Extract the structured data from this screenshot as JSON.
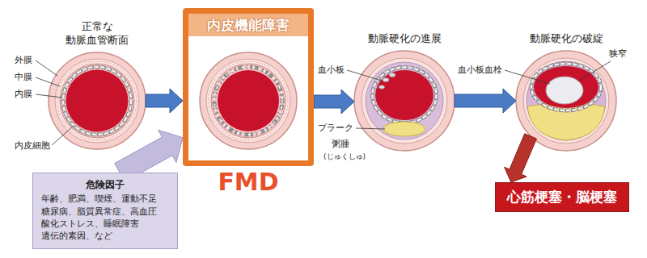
{
  "diagram": {
    "nodes": [
      {
        "text": [
          "正常な 動脈血管断面"
        ]
      },
      {
        "text": [
          "内皮機能障害"
        ]
      },
      {
        "text": [
          "動脈硬化の進展"
        ]
      },
      {
        "text": [
          "動脈硬化の破綻"
        ]
      },
      {
        "text": [
          "危険因子",
          "年齢、肥満、喫煙、運動不足 糖尿病、脂質異常症、高血圧 酸化ストレス、睡眠障害 遺伝的素因、など"
        ]
      },
      {
        "text": [
          "心筋梗塞・脳梗塞"
        ]
      }
    ],
    "edges": [
      {
        "from": 0,
        "to": 1,
        "arrow": "to"
      },
      {
        "from": 1,
        "to": 2,
        "arrow": "to"
      },
      {
        "from": 2,
        "to": 3,
        "arrow": "to"
      },
      {
        "from": 4,
        "to": 1,
        "arrow": "to"
      },
      {
        "from": 3,
        "to": 5,
        "arrow": "to"
      }
    ],
    "labels": [
      "外膜",
      "中膜",
      "内膜",
      "内皮細胞",
      "FMD",
      "血小板",
      "プラーク",
      "粥腫",
      "(じゅくしゅ)",
      "血小板血栓",
      "狭窄"
    ]
  }
}
